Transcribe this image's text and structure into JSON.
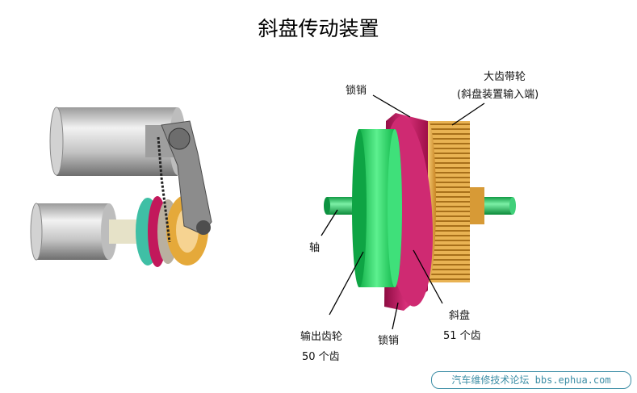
{
  "title": "斜盘传动装置",
  "labels": {
    "gear_wheel": "大齿带轮",
    "gear_wheel_sub": "(斜盘装置输入端)",
    "lock_pin_top": "锁销",
    "shaft": "轴",
    "output_gear": "输出齿轮",
    "output_gear_teeth": "50 个齿",
    "lock_pin_bottom": "锁销",
    "swash_plate": "斜盘",
    "swash_plate_teeth": "51 个齿"
  },
  "watermark": "汽车维修技术论坛 bbs.ephua.com",
  "colors": {
    "output_gear": "#1fd25a",
    "swash_plate": "#c4155f",
    "big_gear": "#e0a640",
    "shaft": "#22c25a",
    "leader": "#000000"
  }
}
